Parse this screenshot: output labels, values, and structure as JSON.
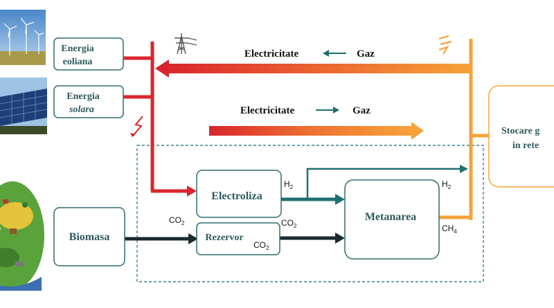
{
  "boxes": {
    "eolian_line1": "Energia",
    "eolian_line2": "eoliana",
    "solar_line1": "Energia",
    "solar_line2": "solara",
    "biomasa": "Biomasa",
    "electroliza": "Electroliza",
    "rezervor": "Rezervor",
    "metanarea": "Metanarea",
    "stocare_line1": "Stocare g",
    "stocare_line2": "in rete"
  },
  "flows": {
    "top_from": "Electricitate",
    "top_to": "Gaz",
    "mid_from": "Electricitate",
    "mid_to": "Gaz"
  },
  "chem": {
    "h2_a": "H",
    "h2_a_sub": "2",
    "h2_b": "H",
    "h2_b_sub": "2",
    "co2_a": "CO",
    "co2_a_sub": "2",
    "co2_b": "CO",
    "co2_b_sub": "2",
    "co2_c": "CO",
    "co2_c_sub": "2",
    "ch4": "CH",
    "ch4_sub": "4"
  },
  "colors": {
    "box_border": "#2e6b6e",
    "box_text": "#2e5a5e",
    "power_red": "#d9262c",
    "gas_orange": "#f7a23a",
    "teal": "#1f6f70",
    "dark": "#1b2a30",
    "dashed": "#3d7f9a"
  }
}
